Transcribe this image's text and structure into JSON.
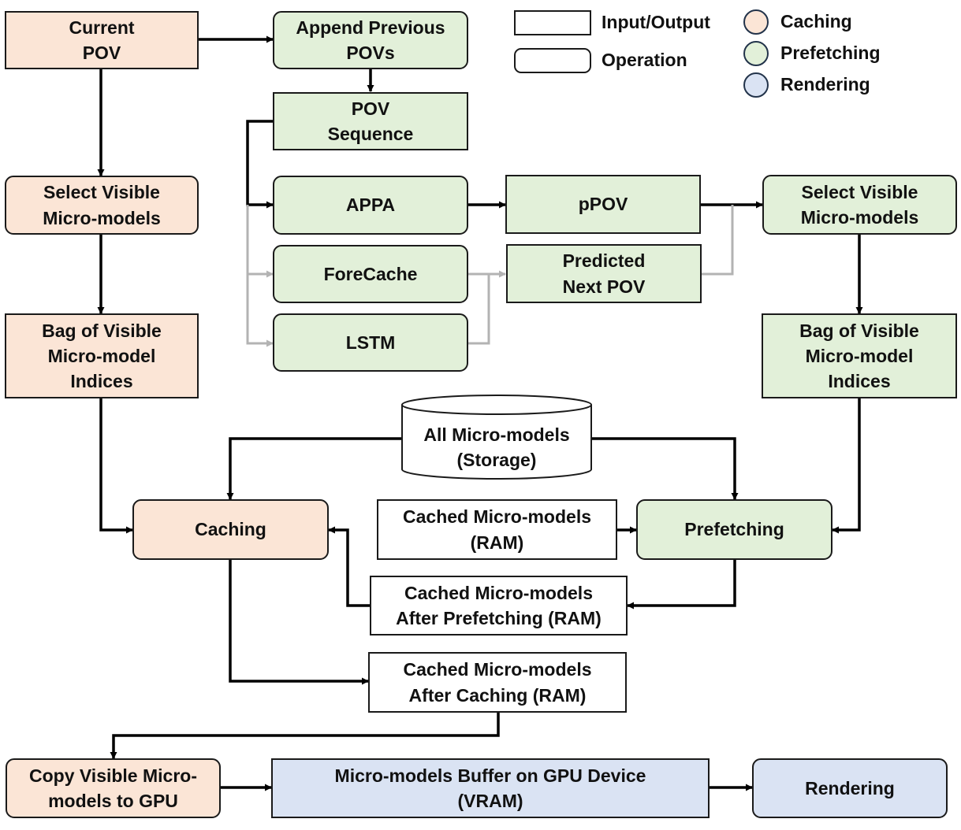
{
  "colors": {
    "caching": "#fbe5d6",
    "prefetching": "#e2f0d9",
    "rendering": "#dae3f3",
    "io": "#ffffff",
    "edge": "#000000",
    "edge_alt": "#b3b3b3"
  },
  "legend": {
    "io_label": "Input/Output",
    "op_label": "Operation",
    "caching_label": "Caching",
    "prefetching_label": "Prefetching",
    "rendering_label": "Rendering"
  },
  "nodes": {
    "current_pov": "Current\nPOV",
    "append_previous_povs": "Append Previous\nPOVs",
    "pov_sequence": "POV\nSequence",
    "appa": "APPA",
    "forecache": "ForeCache",
    "lstm": "LSTM",
    "ppov": "pPOV",
    "predicted_next_pov": "Predicted\nNext POV",
    "select_visible_left": "Select Visible\nMicro-models",
    "select_visible_right": "Select Visible\nMicro-models",
    "bag_left": "Bag of Visible\nMicro-model\nIndices",
    "bag_right": "Bag of Visible\nMicro-model\nIndices",
    "all_micro_models": "All Micro-models\n(Storage)",
    "caching": "Caching",
    "prefetching": "Prefetching",
    "cached_ram": "Cached Micro-models\n(RAM)",
    "cached_after_prefetching": "Cached Micro-models\nAfter Prefetching (RAM)",
    "cached_after_caching": "Cached Micro-models\nAfter Caching (RAM)",
    "copy_to_gpu": "Copy Visible Micro-\nmodels to GPU",
    "gpu_buffer": "Micro-models Buffer on GPU Device\n(VRAM)",
    "rendering": "Rendering"
  }
}
